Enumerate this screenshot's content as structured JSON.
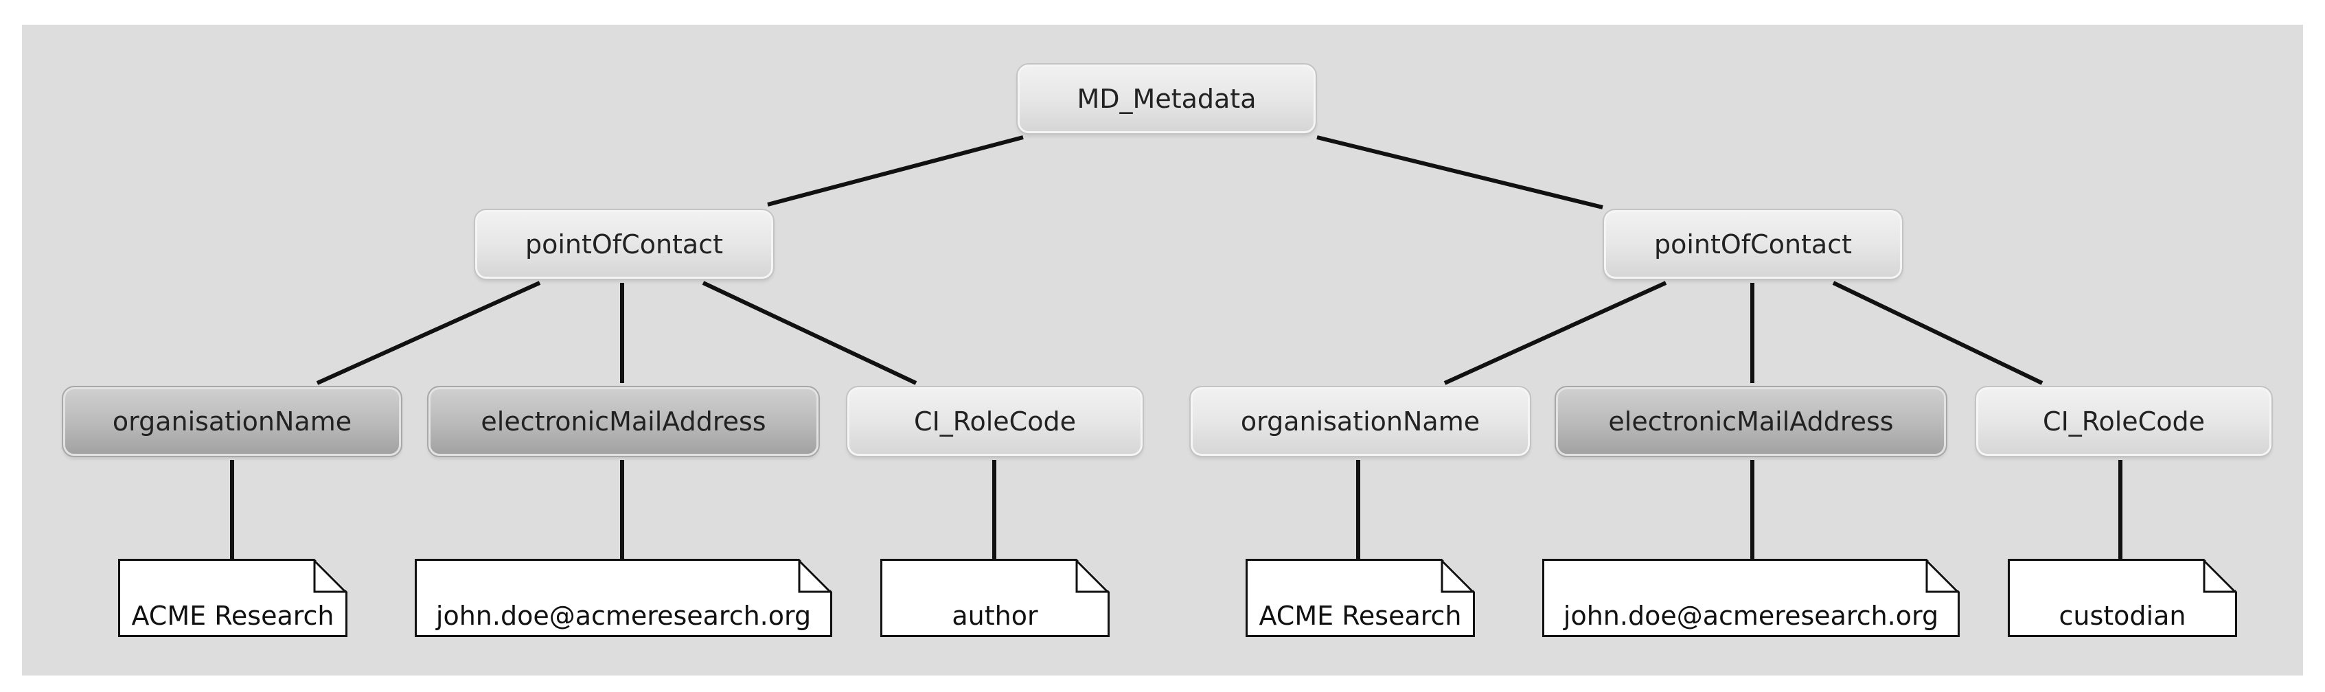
{
  "root": {
    "label": "MD_Metadata"
  },
  "contacts": [
    {
      "label": "pointOfContact",
      "children": [
        {
          "label": "organisationName",
          "value": "ACME Research"
        },
        {
          "label": "electronicMailAddress",
          "value": "john.doe@acmeresearch.org"
        },
        {
          "label": "CI_RoleCode",
          "value": "author"
        }
      ]
    },
    {
      "label": "pointOfContact",
      "children": [
        {
          "label": "organisationName",
          "value": "ACME Research"
        },
        {
          "label": "electronicMailAddress",
          "value": "john.doe@acmeresearch.org"
        },
        {
          "label": "CI_RoleCode",
          "value": "custodian"
        }
      ]
    }
  ]
}
